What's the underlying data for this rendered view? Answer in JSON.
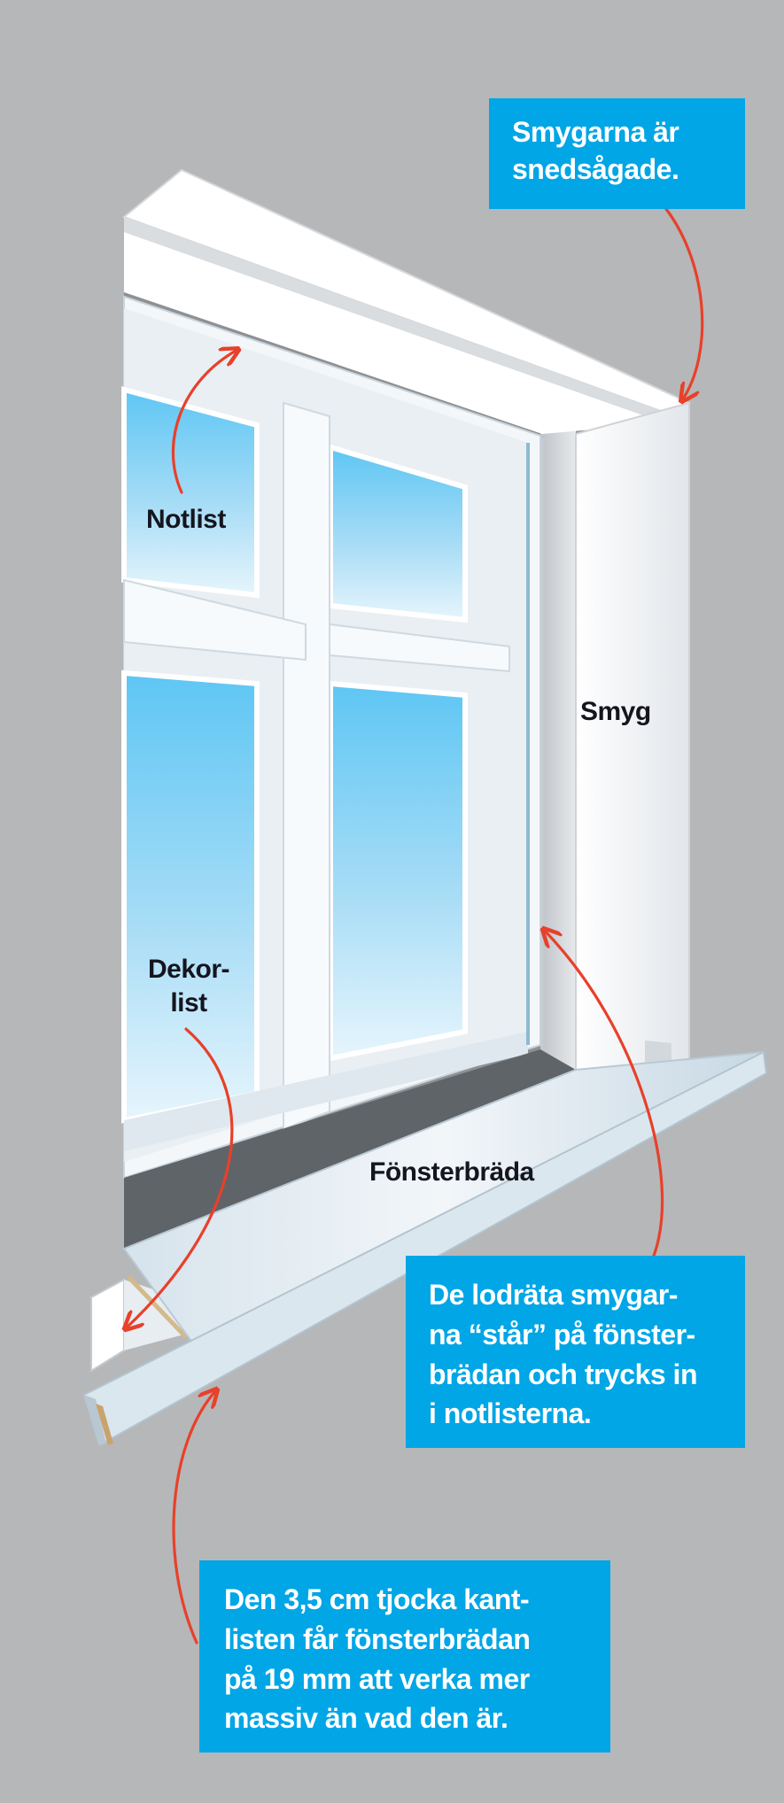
{
  "labels": {
    "notlist": "Notlist",
    "smyg": "Smyg",
    "dekorlist": [
      "Dekor-",
      "list"
    ],
    "fonsterbrada": "Fönsterbräda"
  },
  "callouts": {
    "top": [
      "Smygarna är",
      "snedsågade."
    ],
    "middle": [
      "De lodräta smygar-",
      "na “står” på fönster-",
      "brädan och trycks in",
      "i notlisterna."
    ],
    "bottom": [
      "Den 3,5 cm tjocka kant-",
      "listen får fönsterbrädan",
      "på 19 mm att verka mer",
      "massiv än vad den är."
    ]
  },
  "colors": {
    "background": "#b6b7b9",
    "callout": "#00a6e6",
    "arrow": "#e8402a",
    "frame": "#f4f7f9",
    "glass": "#7fd0f6"
  }
}
